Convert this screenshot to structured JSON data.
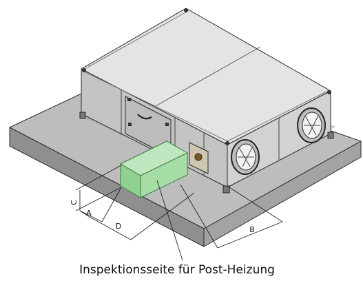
{
  "diagram": {
    "caption": "Inspektionsseite für Post-Heizung",
    "dimension_labels": {
      "a": "A",
      "b": "B",
      "c": "C",
      "d": "D"
    }
  }
}
